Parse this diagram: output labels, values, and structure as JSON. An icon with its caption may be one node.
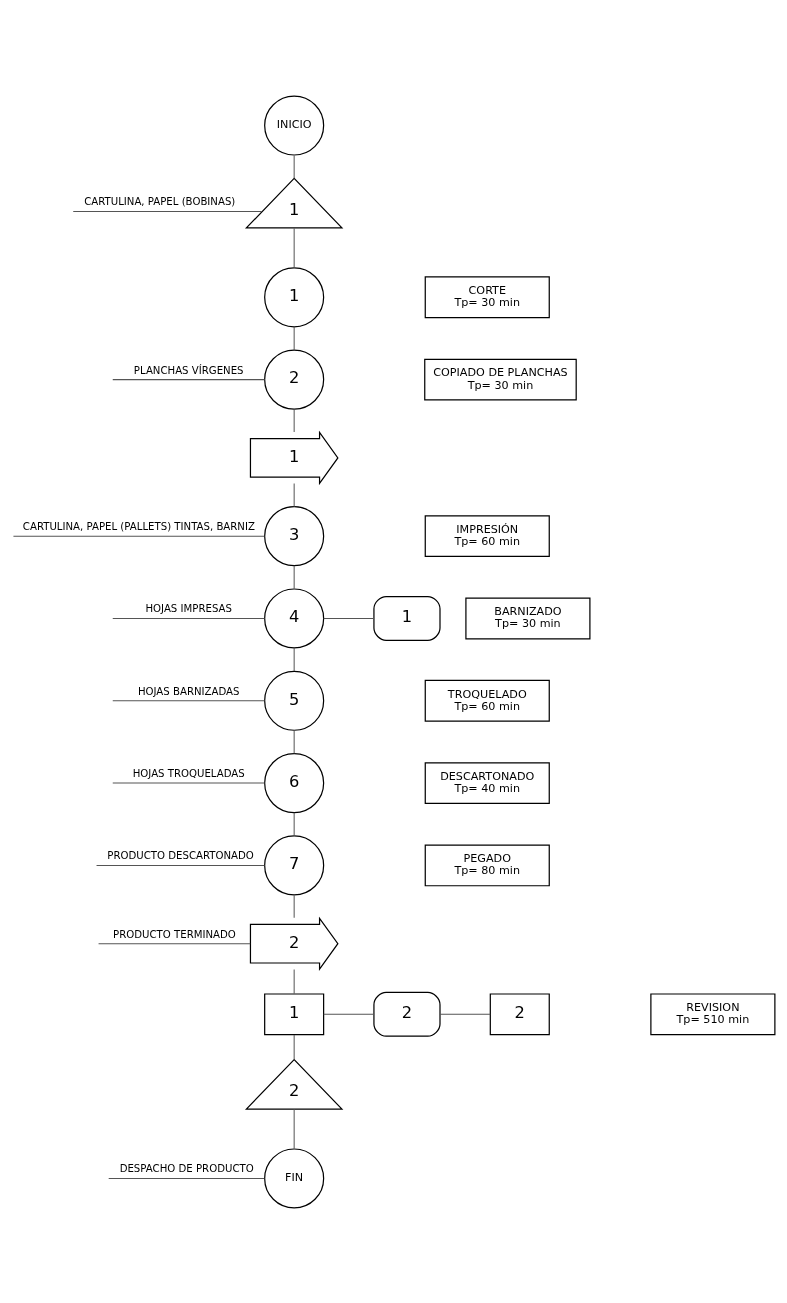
{
  "diagram": {
    "nodes": [
      {
        "text": [
          "INICIO"
        ]
      },
      {
        "text": [
          "1"
        ]
      },
      {
        "text": [
          "1"
        ]
      },
      {
        "text": [
          "CORTE",
          "Tp= 30 min"
        ]
      },
      {
        "text": [
          "2"
        ]
      },
      {
        "text": [
          "COPIADO DE PLANCHAS",
          "Tp= 30 min"
        ]
      },
      {
        "text": [
          "1"
        ]
      },
      {
        "text": [
          "3"
        ]
      },
      {
        "text": [
          "IMPRESIÓN",
          "Tp= 60 min"
        ]
      },
      {
        "text": [
          "4"
        ]
      },
      {
        "text": [
          "BARNIZADO",
          "Tp= 30 min"
        ]
      },
      {
        "text": [
          "1"
        ]
      },
      {
        "text": [
          "5"
        ]
      },
      {
        "text": [
          "TROQUELADO",
          "Tp= 60 min"
        ]
      },
      {
        "text": [
          "6"
        ]
      },
      {
        "text": [
          "DESCARTONADO",
          "Tp= 40 min"
        ]
      },
      {
        "text": [
          "7"
        ]
      },
      {
        "text": [
          "PEGADO",
          "Tp= 80 min"
        ]
      },
      {
        "text": [
          "2"
        ]
      },
      {
        "text": [
          "1"
        ]
      },
      {
        "text": [
          "2"
        ]
      },
      {
        "text": [
          "2"
        ]
      },
      {
        "text": [
          "REVISION",
          "Tp= 510 min"
        ]
      },
      {
        "text": [
          "2"
        ]
      },
      {
        "text": [
          "FIN"
        ]
      }
    ],
    "edges": [
      {
        "from": 0,
        "to": 1,
        "arrow": "none"
      },
      {
        "from": null,
        "to": 1,
        "arrow": "none",
        "label": "CARTULINA, PAPEL (BOBINAS)"
      },
      {
        "from": 1,
        "to": 2,
        "arrow": "none"
      },
      {
        "from": 2,
        "to": 4,
        "arrow": "none"
      },
      {
        "from": null,
        "to": 4,
        "arrow": "none",
        "label": "PLANCHAS VÍRGENES"
      },
      {
        "from": 4,
        "to": 6,
        "arrow": "none"
      },
      {
        "from": 6,
        "to": 7,
        "arrow": "none"
      },
      {
        "from": null,
        "to": 7,
        "arrow": "none",
        "label": "CARTULINA, PAPEL (PALLETS) TINTAS, BARNIZ"
      },
      {
        "from": 7,
        "to": 9,
        "arrow": "none"
      },
      {
        "from": null,
        "to": 9,
        "arrow": "none",
        "label": "HOJAS IMPRESAS"
      },
      {
        "from": 9,
        "to": 12,
        "arrow": "none"
      },
      {
        "from": null,
        "to": 12,
        "arrow": "none",
        "label": "HOJAS BARNIZADAS"
      },
      {
        "from": 9,
        "to": 11,
        "arrow": "none"
      },
      {
        "from": 12,
        "to": 14,
        "arrow": "none"
      },
      {
        "from": null,
        "to": 14,
        "arrow": "none",
        "label": "HOJAS TROQUELADAS"
      },
      {
        "from": 14,
        "to": 16,
        "arrow": "none"
      },
      {
        "from": null,
        "to": 16,
        "arrow": "none",
        "label": "PRODUCTO DESCARTONADO"
      },
      {
        "from": 16,
        "to": 18,
        "arrow": "none"
      },
      {
        "from": null,
        "to": 18,
        "arrow": "none",
        "label": "PRODUCTO TERMINADO"
      },
      {
        "from": 18,
        "to": 19,
        "arrow": "none"
      },
      {
        "from": 19,
        "to": 20,
        "arrow": "none"
      },
      {
        "from": 20,
        "to": 21,
        "arrow": "none"
      },
      {
        "from": 19,
        "to": 23,
        "arrow": "none"
      },
      {
        "from": 23,
        "to": 24,
        "arrow": "none"
      },
      {
        "from": null,
        "to": 24,
        "arrow": "none",
        "label": "DESPACHO DE PRODUCTO"
      }
    ]
  }
}
